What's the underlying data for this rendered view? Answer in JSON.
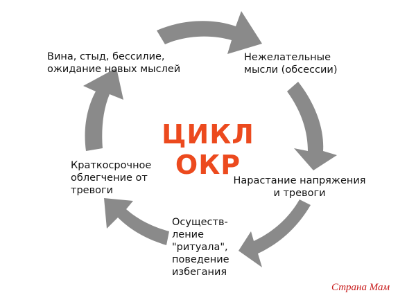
{
  "diagram": {
    "title": "ЦИКЛ ОКР",
    "nodes": [
      {
        "id": "guilt",
        "text": "Вина, стыд, бессилие,\nожидание новых мыслей"
      },
      {
        "id": "obsessions",
        "text": "Нежелательные\nмысли (обсессии)"
      },
      {
        "id": "anxiety",
        "text": "Нарастание напряжения\nи тревоги"
      },
      {
        "id": "ritual",
        "text": "Осуществ-\nление\n\"ритуала\",\nповедение\nизбегания"
      },
      {
        "id": "relief",
        "text": "Краткосрочное\nоблегчение от\nтревоги"
      }
    ],
    "edges": [
      {
        "from": "guilt",
        "to": "obsessions"
      },
      {
        "from": "obsessions",
        "to": "anxiety"
      },
      {
        "from": "anxiety",
        "to": "ritual"
      },
      {
        "from": "ritual",
        "to": "relief"
      },
      {
        "from": "relief",
        "to": "guilt"
      }
    ],
    "arrow_color": "#8a8a8a",
    "title_color": "#ec4a1e"
  },
  "watermark": {
    "text": "Страна Мам",
    "color": "#c81b1b"
  }
}
